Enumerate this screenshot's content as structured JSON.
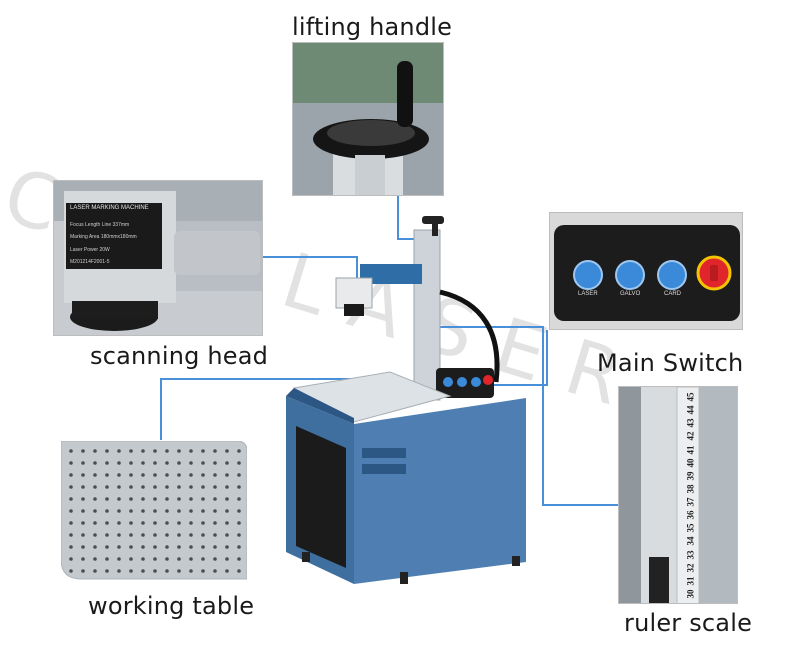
{
  "labels": {
    "lifting_handle": "lifting handle",
    "scanning_head": "scanning head",
    "main_switch": "Main Switch",
    "working_table": "working table",
    "ruler_scale": "ruler scale"
  },
  "watermark": "CNC LASER",
  "head_plate": {
    "title": "LASER MARKING MACHINE",
    "line1": "Focus Length Line  337mm",
    "line2": "Marking Area  180mmx180mm",
    "line3": "Laser Power     20W",
    "line4": "M201214F2001-5"
  },
  "switch_panel": {
    "buttons": [
      "LASER",
      "GALVO",
      "CARD"
    ]
  },
  "ruler": {
    "ticks": [
      "30",
      "31",
      "32",
      "33",
      "34",
      "35",
      "36",
      "37",
      "38",
      "39",
      "40",
      "41",
      "42",
      "43",
      "44",
      "45"
    ]
  },
  "colors": {
    "leader_line": "#4a90d9",
    "cabinet_blue": "#4f7fb2",
    "switch_blue": "#3b8ad9",
    "emergency_red": "#e0262b"
  }
}
